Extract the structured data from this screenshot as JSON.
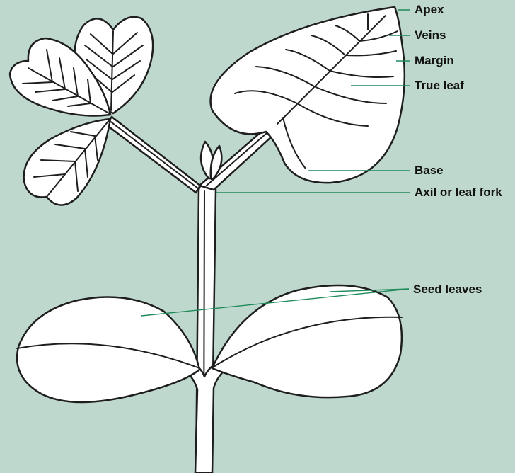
{
  "labels": {
    "apex": "Apex",
    "veins": "Veins",
    "margin": "Margin",
    "true_leaf": "True leaf",
    "base": "Base",
    "axil": "Axil or leaf fork",
    "seed_leaves": "Seed leaves"
  },
  "colors": {
    "background": "#bfd8cd",
    "outline": "#1e1e1e",
    "fill": "#ffffff",
    "leader": "#1f8a5a"
  }
}
